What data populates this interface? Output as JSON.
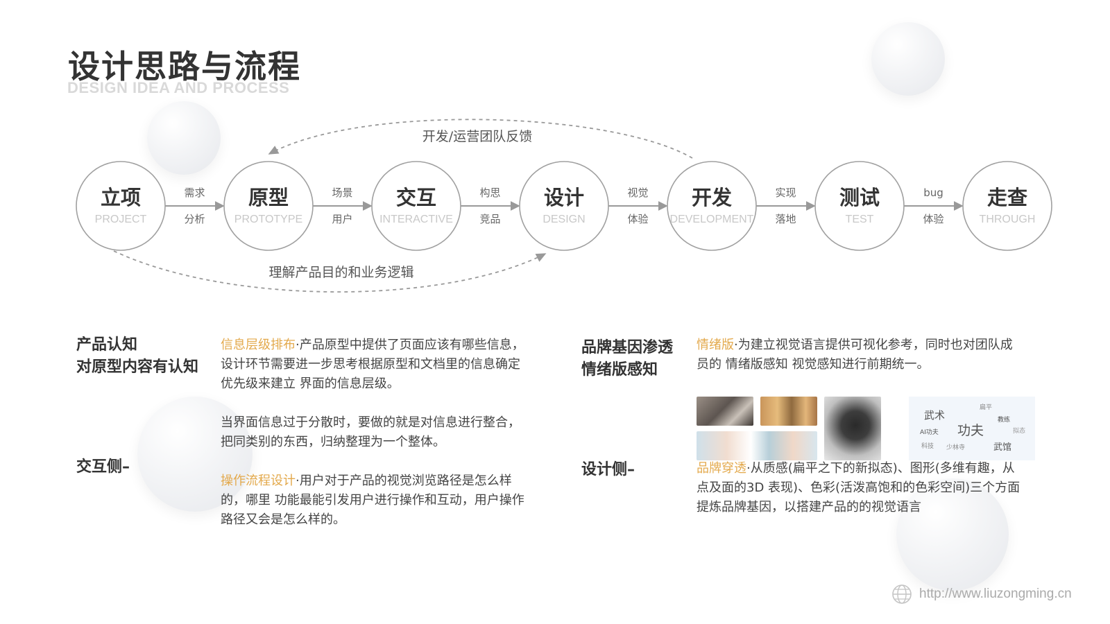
{
  "header": {
    "title": "设计思路与流程",
    "subtitle": "DESIGN IDEA AND PROCESS"
  },
  "flow": {
    "nodes": [
      {
        "cn": "立项",
        "en": "PROJECT"
      },
      {
        "cn": "原型",
        "en": "PROTOTYPE"
      },
      {
        "cn": "交互",
        "en": "INTERACTIVE"
      },
      {
        "cn": "设计",
        "en": "DESIGN"
      },
      {
        "cn": "开发",
        "en": "DEVELOPMENT"
      },
      {
        "cn": "测试",
        "en": "TEST"
      },
      {
        "cn": "走查",
        "en": "THROUGH"
      }
    ],
    "edges": [
      {
        "top": "需求",
        "bottom": "分析"
      },
      {
        "top": "场景",
        "bottom": "用户"
      },
      {
        "top": "构思",
        "bottom": "竞品"
      },
      {
        "top": "视觉",
        "bottom": "体验"
      },
      {
        "top": "实现",
        "bottom": "落地"
      },
      {
        "top": "bug",
        "bottom": "体验"
      }
    ],
    "feedback_top": "开发/运营团队反馈",
    "feedback_bottom": "理解产品目的和业务逻辑"
  },
  "left": {
    "heading1_line1": "产品认知",
    "heading1_line2": "对原型内容有认知",
    "heading2": "交互侧–",
    "p1_highlight": "信息层级排布",
    "p1_text": "·产品原型中提供了页面应该有哪些信息，设计环节需要进一步思考根据原型和文档里的信息确定优先级来建立 界面的信息层级。",
    "p2_text": "当界面信息过于分散时，要做的就是对信息进行整合，把同类别的东西，归纳整理为一个整体。",
    "p3_highlight": "操作流程设计",
    "p3_text": "·用户对于产品的视觉浏览路径是怎么样的，哪里 功能最能引发用户进行操作和互动，用户操作路径又会是怎么样的。"
  },
  "right": {
    "heading1_line1": "品牌基因渗透",
    "heading1_line2": "情绪版感知",
    "heading2": "设计侧–",
    "p1_highlight": "情绪版",
    "p1_text": "·为建立视觉语言提供可视化参考，同时也对团队成员的 情绪版感知 视觉感知进行前期统一。",
    "p2_highlight": "品牌穿透",
    "p2_text": "·从质感(扁平之下的新拟态)、图形(多维有趣，从 点及面的3D 表现)、色彩(活泼高饱和的色彩空间)三个方面提炼品牌基因，以搭建产品的的视觉语言",
    "wordcloud": [
      "武术",
      "扁平",
      "教练",
      "AI功夫",
      "功夫",
      "拟态",
      "科技",
      "少林寺",
      "武馆"
    ]
  },
  "footer": {
    "url": "http://www.liuzongming.cn",
    "icon": "globe-icon"
  },
  "colors": {
    "accent": "#e3a94c",
    "circle_stroke": "#a0a0a0",
    "arrow": "#999999"
  }
}
